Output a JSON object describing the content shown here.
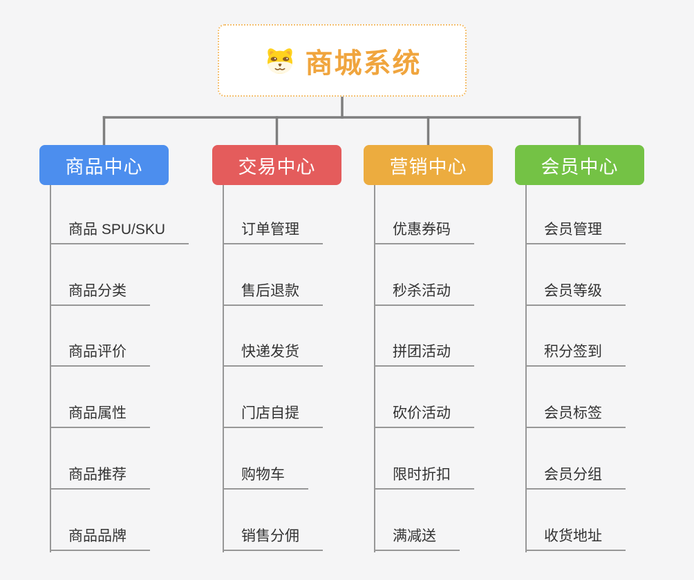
{
  "root": {
    "title": "商城系统",
    "icon": "dog-face-icon"
  },
  "branches": [
    {
      "label": "商品中心",
      "color": "#4C8EEE",
      "items": [
        "商品 SPU/SKU",
        "商品分类",
        "商品评价",
        "商品属性",
        "商品推荐",
        "商品品牌"
      ]
    },
    {
      "label": "交易中心",
      "color": "#E45C5C",
      "items": [
        "订单管理",
        "售后退款",
        "快递发货",
        "门店自提",
        "购物车",
        "销售分佣"
      ]
    },
    {
      "label": "营销中心",
      "color": "#ECAC3F",
      "items": [
        "优惠券码",
        "秒杀活动",
        "拼团活动",
        "砍价活动",
        "限时折扣",
        "满减送"
      ]
    },
    {
      "label": "会员中心",
      "color": "#74C245",
      "items": [
        "会员管理",
        "会员等级",
        "积分签到",
        "会员标签",
        "会员分组",
        "收货地址"
      ]
    }
  ],
  "colors": {
    "background": "#F5F5F6",
    "root_text": "#F0A53E",
    "root_border": "#F4BF6E",
    "connector": "#7E7E7E",
    "leaf_line": "#979797",
    "leaf_text": "#333333"
  }
}
